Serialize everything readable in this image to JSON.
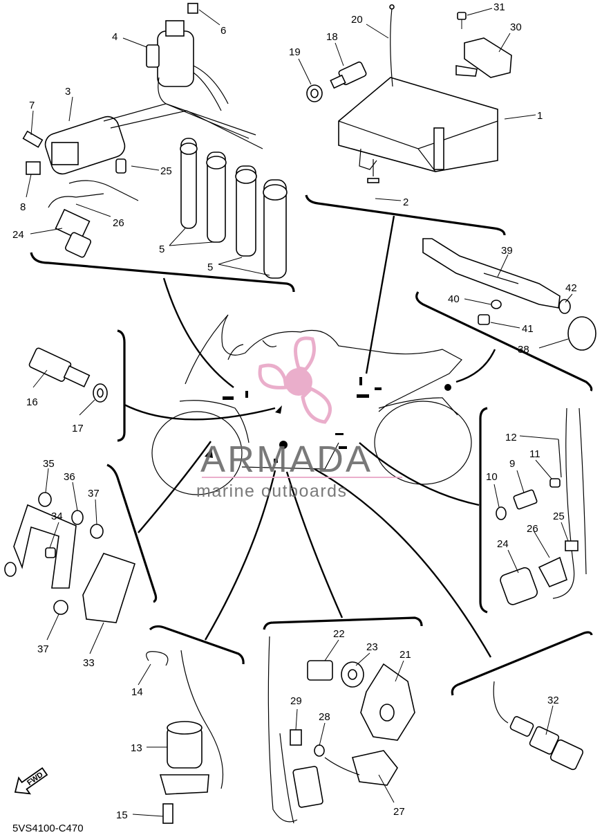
{
  "diagram_code": "5VS4100-C470",
  "fwd_label": "FWD",
  "watermark": {
    "brand": "ARMADA",
    "tagline": "marine outboards",
    "accent_color": "#e8a6c6"
  },
  "callouts": [
    "1",
    "2",
    "3",
    "4",
    "5",
    "5",
    "6",
    "7",
    "8",
    "9",
    "10",
    "11",
    "12",
    "13",
    "14",
    "15",
    "16",
    "17",
    "18",
    "19",
    "20",
    "21",
    "22",
    "23",
    "24",
    "24",
    "25",
    "25",
    "26",
    "26",
    "27",
    "28",
    "29",
    "30",
    "31",
    "32",
    "33",
    "34",
    "35",
    "36",
    "37",
    "37",
    "38",
    "39",
    "40",
    "41",
    "42"
  ]
}
